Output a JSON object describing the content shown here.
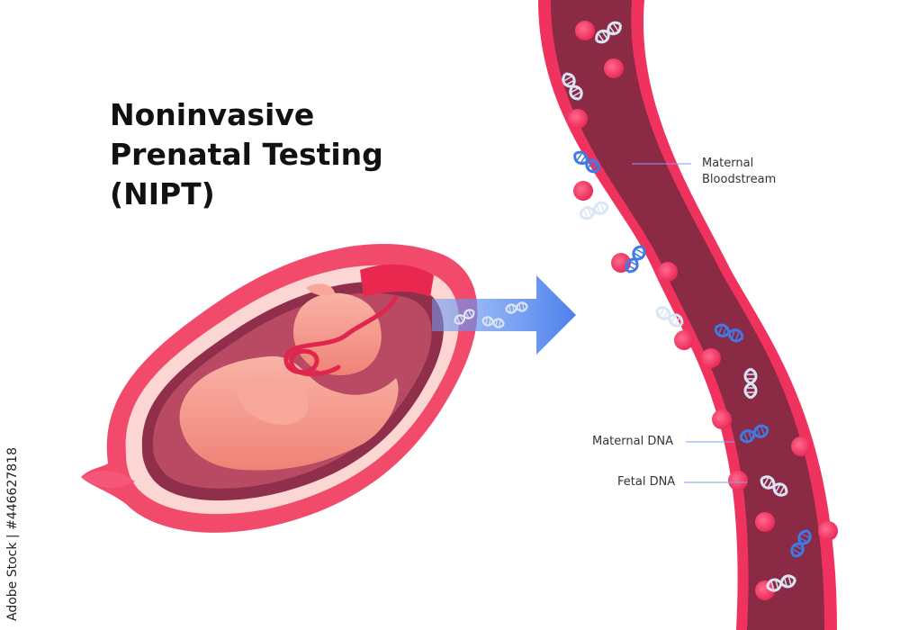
{
  "title": {
    "line1": "Noninvasive",
    "line2": "Prenatal Testing",
    "line3": "(NIPT)"
  },
  "labels": {
    "maternal_bloodstream_1": "Maternal",
    "maternal_bloodstream_2": "Bloodstream",
    "maternal_dna": "Maternal DNA",
    "fetal_dna": "Fetal DNA"
  },
  "watermark": "Adobe Stock | #446627818",
  "colors": {
    "vessel_wall": "#f0325f",
    "vessel_inner": "#8b2a45",
    "blood_cell": "#ff3d6e",
    "maternal_dna": "#3d7be8",
    "fetal_dna": "#dbe6f5",
    "uterus": "#f24a6a",
    "fetus": "#f59a8d",
    "arrow": "#5d8ef0"
  }
}
